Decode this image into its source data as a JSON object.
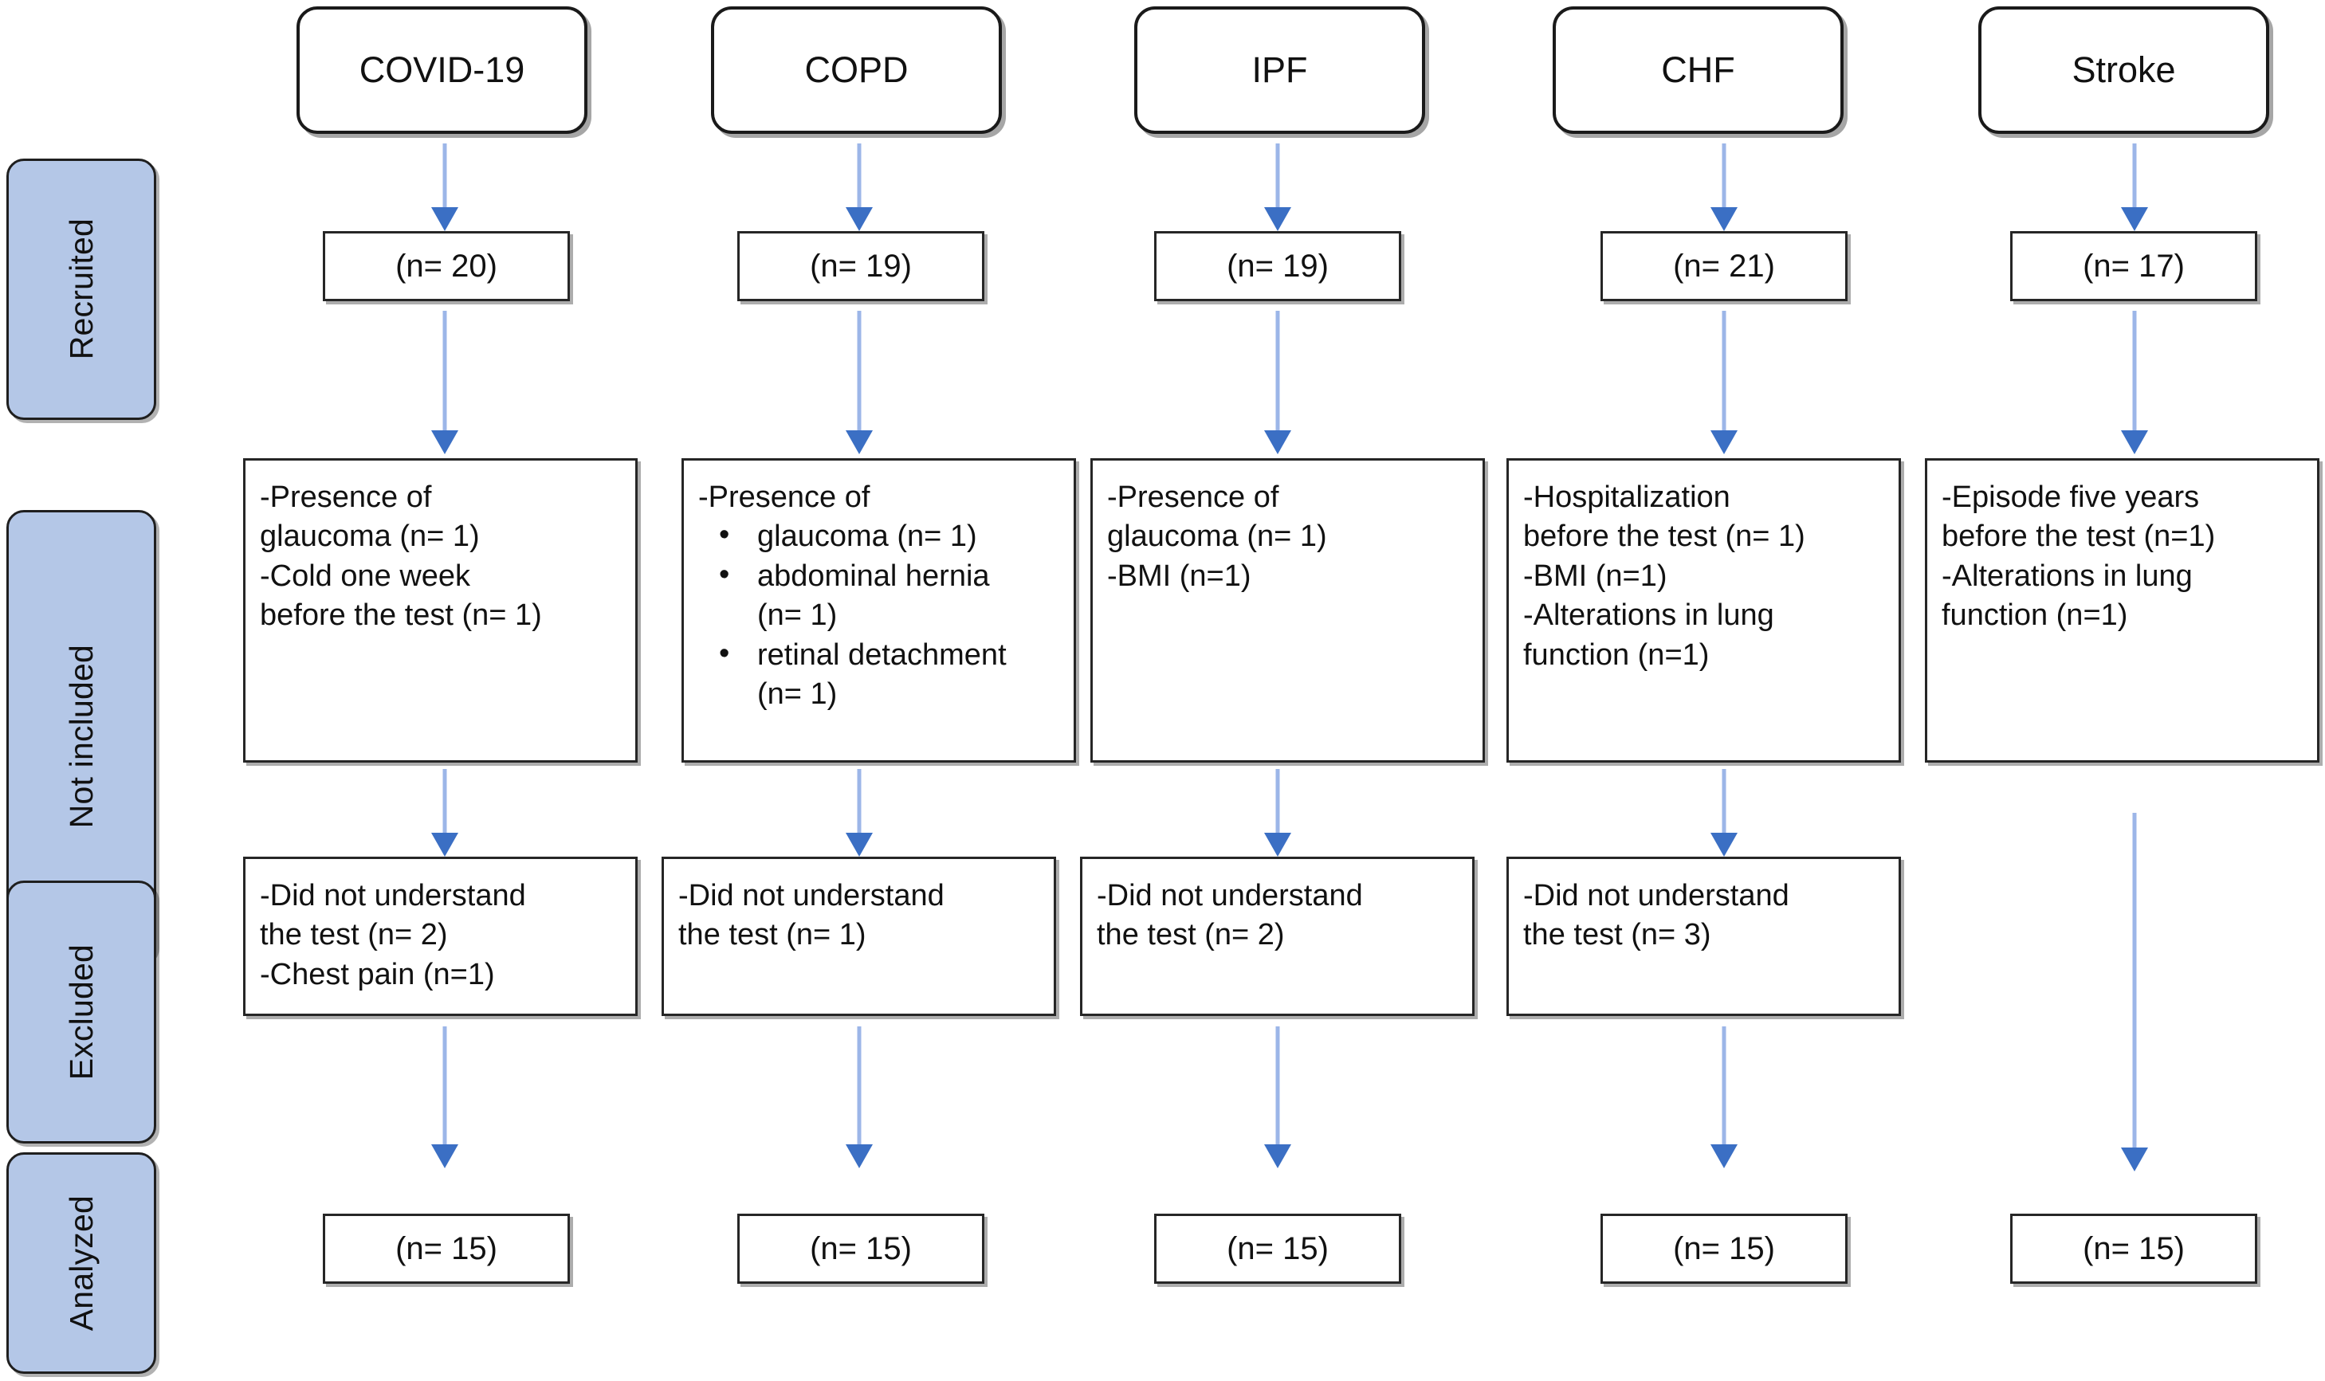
{
  "figure": {
    "type": "participant-flow-diagram",
    "accent_blue": "#b4c7e7",
    "arrow_color": "#3b6fc4",
    "box_border_color": "#262626"
  },
  "phases": [
    {
      "label": "Recruited"
    },
    {
      "label": "Not included"
    },
    {
      "label": "Excluded"
    },
    {
      "label": "Analyzed"
    }
  ],
  "columns": [
    {
      "group": "COVID-19",
      "recruited": "(n= 20)",
      "not_included": [
        {
          "kind": "dash",
          "text": "-Presence of"
        },
        {
          "kind": "plain",
          "text": "glaucoma (n= 1)"
        },
        {
          "kind": "dash",
          "text": "-Cold one week"
        },
        {
          "kind": "plain",
          "text": "before the test (n= 1)"
        }
      ],
      "excluded": [
        {
          "kind": "dash",
          "text": "-Did not understand"
        },
        {
          "kind": "plain",
          "text": "the test (n= 2)"
        },
        {
          "kind": "dash",
          "text": "-Chest pain (n=1)"
        }
      ],
      "analyzed": "(n= 15)"
    },
    {
      "group": "COPD",
      "recruited": "(n= 19)",
      "not_included": [
        {
          "kind": "dash",
          "text": "-Presence of"
        },
        {
          "kind": "bullet",
          "text": "glaucoma (n= 1)"
        },
        {
          "kind": "bullet",
          "text": "abdominal hernia"
        },
        {
          "kind": "cont",
          "text": "(n= 1)"
        },
        {
          "kind": "bullet",
          "text": "retinal detachment"
        },
        {
          "kind": "cont",
          "text": "(n= 1)"
        }
      ],
      "excluded": [
        {
          "kind": "dash",
          "text": "-Did not understand"
        },
        {
          "kind": "plain",
          "text": "the test (n= 1)"
        }
      ],
      "analyzed": "(n= 15)"
    },
    {
      "group": "IPF",
      "recruited": "(n= 19)",
      "not_included": [
        {
          "kind": "dash",
          "text": "-Presence of"
        },
        {
          "kind": "plain",
          "text": "glaucoma (n= 1)"
        },
        {
          "kind": "dash",
          "text": "-BMI (n=1)"
        }
      ],
      "excluded": [
        {
          "kind": "dash",
          "text": "-Did not understand"
        },
        {
          "kind": "plain",
          "text": "the test (n= 2)"
        }
      ],
      "analyzed": "(n= 15)"
    },
    {
      "group": "CHF",
      "recruited": "(n= 21)",
      "not_included": [
        {
          "kind": "dash",
          "text": "-Hospitalization"
        },
        {
          "kind": "plain",
          "text": "before the test (n= 1)"
        },
        {
          "kind": "dash",
          "text": "-BMI (n=1)"
        },
        {
          "kind": "dash",
          "text": "-Alterations in lung"
        },
        {
          "kind": "plain",
          "text": "function (n=1)"
        }
      ],
      "excluded": [
        {
          "kind": "dash",
          "text": "-Did not understand"
        },
        {
          "kind": "plain",
          "text": "the test (n= 3)"
        }
      ],
      "analyzed": "(n= 15)"
    },
    {
      "group": "Stroke",
      "recruited": "(n= 17)",
      "not_included": [
        {
          "kind": "dash",
          "text": "-Episode five years"
        },
        {
          "kind": "plain",
          "text": "before the test (n=1)"
        },
        {
          "kind": "dash",
          "text": "-Alterations in lung"
        },
        {
          "kind": "plain",
          "text": "function (n=1)"
        }
      ],
      "excluded": [],
      "analyzed": "(n= 15)"
    }
  ]
}
